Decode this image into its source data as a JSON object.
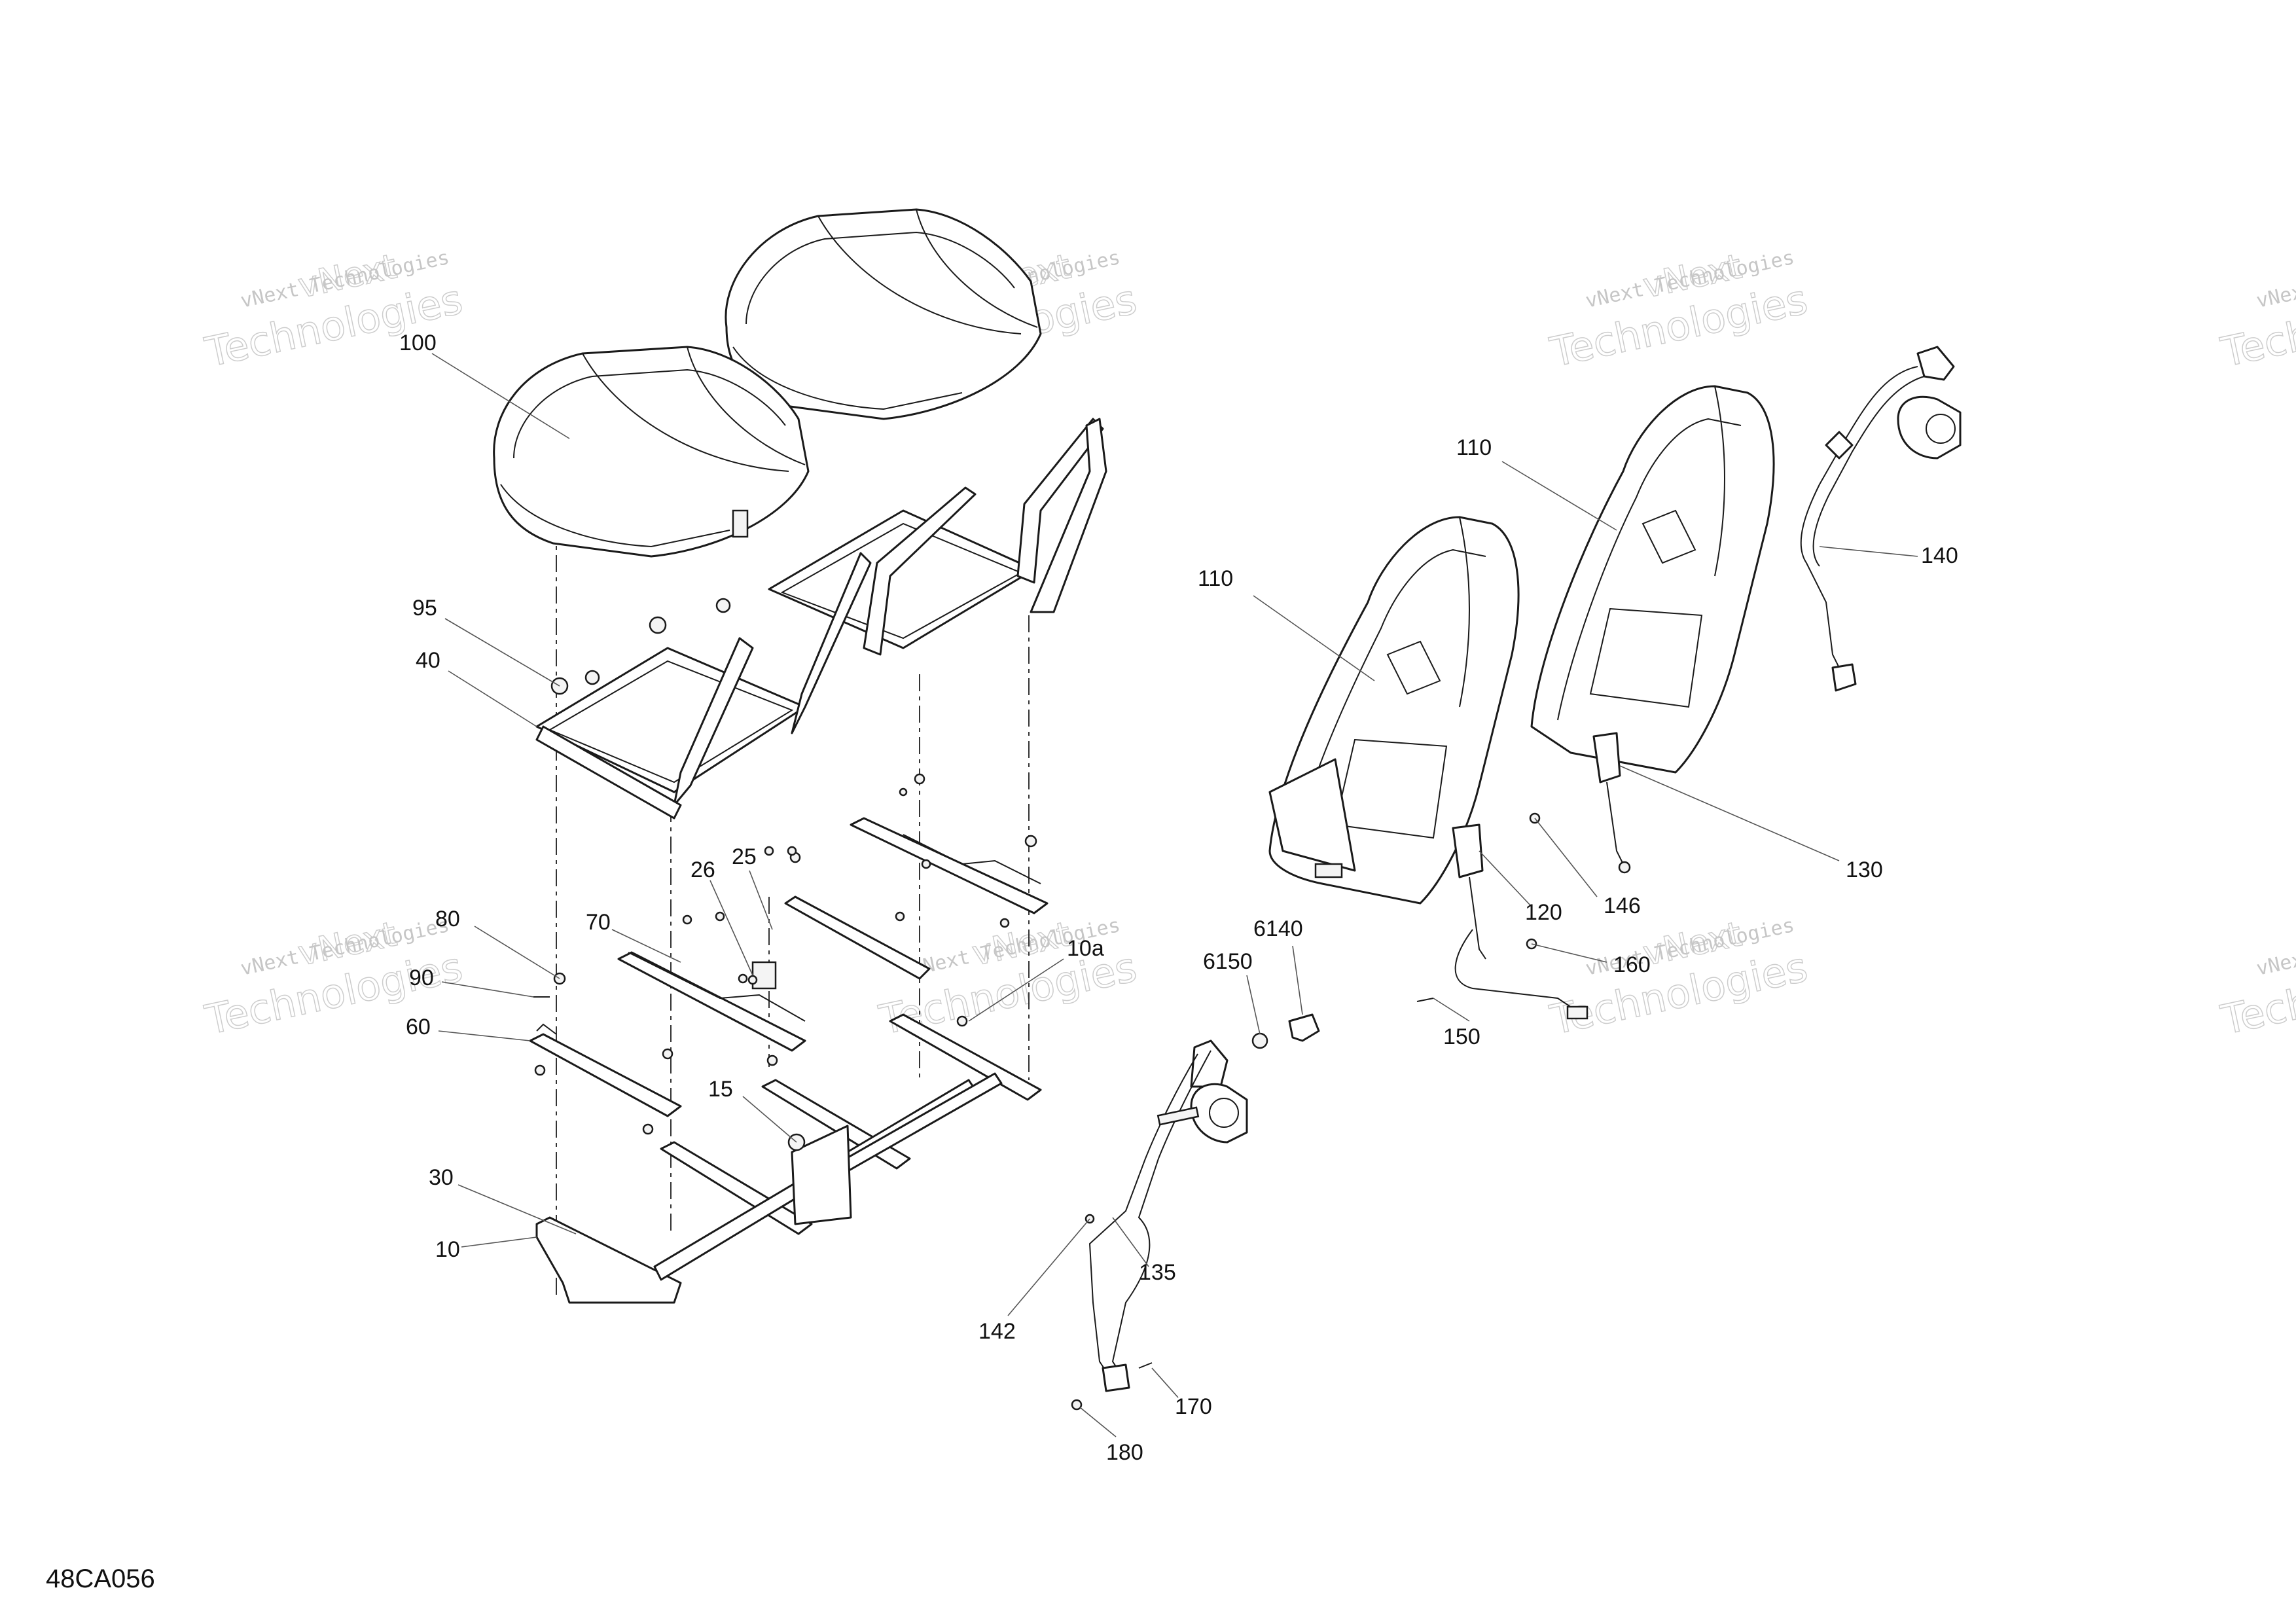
{
  "diagram": {
    "doc_code": "48CA056",
    "watermark_text": "vNext Technologies",
    "watermark_brand": "vNext",
    "watermark_word": "Technologies",
    "callouts": [
      {
        "id": "c100",
        "label": "100"
      },
      {
        "id": "c95",
        "label": "95"
      },
      {
        "id": "c40",
        "label": "40"
      },
      {
        "id": "c80",
        "label": "80"
      },
      {
        "id": "c90",
        "label": "90"
      },
      {
        "id": "c60",
        "label": "60"
      },
      {
        "id": "c30",
        "label": "30"
      },
      {
        "id": "c10",
        "label": "10"
      },
      {
        "id": "c70",
        "label": "70"
      },
      {
        "id": "c26",
        "label": "26"
      },
      {
        "id": "c25",
        "label": "25"
      },
      {
        "id": "c15",
        "label": "15"
      },
      {
        "id": "c10a",
        "label": "10a"
      },
      {
        "id": "c110a",
        "label": "110"
      },
      {
        "id": "c110b",
        "label": "110"
      },
      {
        "id": "c140",
        "label": "140"
      },
      {
        "id": "c130",
        "label": "130"
      },
      {
        "id": "c146",
        "label": "146"
      },
      {
        "id": "c120",
        "label": "120"
      },
      {
        "id": "c160",
        "label": "160"
      },
      {
        "id": "c150",
        "label": "150"
      },
      {
        "id": "c6140",
        "label": "6140"
      },
      {
        "id": "c6150",
        "label": "6150"
      },
      {
        "id": "c135",
        "label": "135"
      },
      {
        "id": "c142",
        "label": "142"
      },
      {
        "id": "c170",
        "label": "170"
      },
      {
        "id": "c180",
        "label": "180"
      }
    ]
  }
}
